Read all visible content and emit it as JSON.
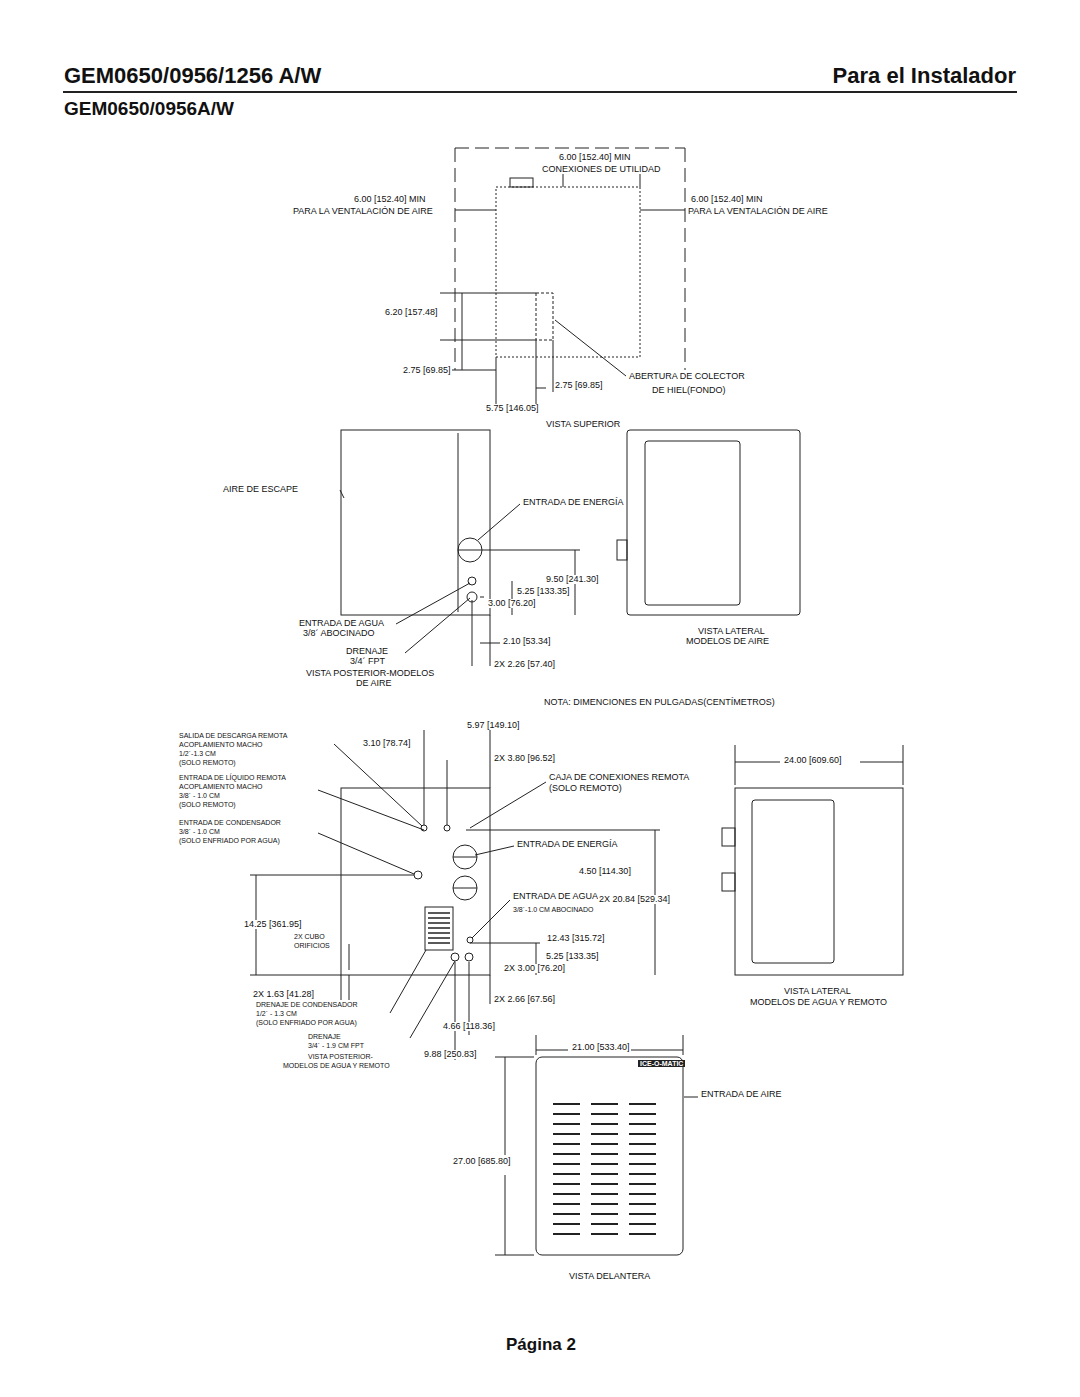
{
  "diagram": {
    "title": "GEM0650/0956/1256 A/W",
    "labels": [
      "Para el Instalador",
      "GEM0650/0956A/W",
      "Página 2",
      "6.00 [152.40] MIN",
      "CONEXIONES DE UTILIDAD",
      "6.00 [152.40] MIN",
      "PARA LA VENTALACIÓN DE AIRE",
      "6.00 [152.40] MIN",
      "PARA LA VENTALACIÓN DE AIRE",
      "6.20 [157.48]",
      "2.75 [69.85]",
      "2.75 [69.85]",
      "ABERTURA DE COLECTOR",
      "DE HIEL(FONDO)",
      "5.75 [146.05]",
      "VISTA SUPERIOR",
      "AIRE DE ESCAPE",
      "ENTRADA DE ENERGÍA",
      "9.50 [241.30]",
      "5.25 [133.35]",
      "3.00 [76.20]",
      "ENTRADA DE AGUA",
      "3/8´ ABOCINADO",
      "2.10 [53.34]",
      "DRENAJE",
      "3/4´ FPT",
      "2X 2.26 [57.40]",
      "VISTA POSTERIOR-MODELOS",
      "DE AIRE",
      "VISTA LATERAL",
      "MODELOS DE AIRE",
      "NOTA: DIMENCIONES EN PULGADAS(CENTÍMETROS)",
      "5.97 [149.10]",
      "SALIDA DE DESCARGA REMOTA",
      "ACOPLAMIENTO MACHO",
      "1/2´-1.3 CM",
      "(SOLO REMOTO)",
      "3.10 [78.74]",
      "2X 3.80 [96.52]",
      "CAJA DE CONEXIONES REMOTA",
      "(SOLO REMOTO)",
      "ENTRADA DE LÍQUIDO REMOTA",
      "ACOPLAMIENTO MACHO",
      "3/8´ - 1.0 CM",
      "(SOLO REMOTO)",
      "ENTRADA DE CONDENSADOR",
      "3/8´ - 1.0 CM",
      "(SOLO ENFRIADO POR AGUA)",
      "ENTRADA DE ENERGÍA",
      "4.50 [114.30]",
      "ENTRADA DE AGUA",
      "2X 20.84 [529.34]",
      "3/8´-1.0 CM ABOCINADO",
      "14.25 [361.95]",
      "12.43 [315.72]",
      "2X CUBO",
      "ORIFICIOS",
      "5.25 [133.35]",
      "2X 3.00 [76.20]",
      "2X 1.63 [41.28]",
      "2X 2.66 [67.56]",
      "DRENAJE DE CONDENSADOR",
      "1/2´ - 1.3 CM",
      "(SOLO ENFRIADO POR AGUA)",
      "4.66 [118.36]",
      "DRENAJE",
      "3/4´ - 1.9 CM FPT",
      "9.88 [250.83]",
      "VISTA POSTERIOR-",
      "MODELOS DE AGUA Y REMOTO",
      "24.00 [609.60]",
      "VISTA LATERAL",
      "MODELOS DE AGUA Y REMOTO",
      "21.00 [533.40]",
      "ICE-O-MATIC",
      "ENTRADA DE AIRE",
      "27.00 [685.80]",
      "VISTA DELANTERA"
    ]
  }
}
